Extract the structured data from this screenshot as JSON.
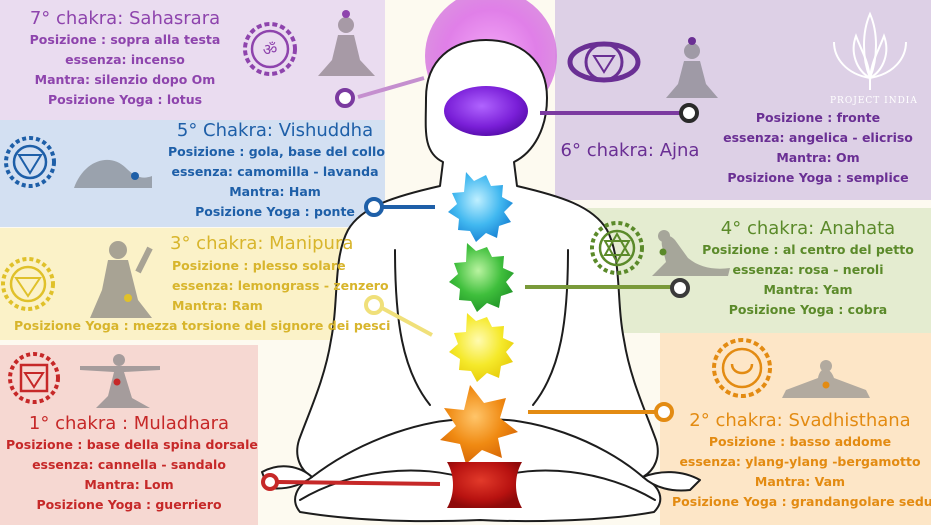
{
  "brand": {
    "name": "PROJECT INDIA"
  },
  "colors": {
    "background": "#fdfaf0",
    "crown": "#8e44ad",
    "third_eye": "#7b3aa0",
    "throat": "#1e5fa8",
    "heart": "#5b8a2a",
    "solar": "#d8b52c",
    "sacral": "#e38b12",
    "root": "#c62828"
  },
  "chakras": [
    {
      "id": "sahasrara",
      "title": "7° chakra: Sahasrara",
      "rows": [
        "Posizione : sopra alla testa",
        "essenza: incenso",
        "Mantra: silenzio dopo Om",
        "Posizione Yoga : lotus"
      ],
      "icon": "crown-chakra-icon",
      "pose": "lotus-pose-icon"
    },
    {
      "id": "ajna",
      "title": "6° chakra: Ajna",
      "rows": [
        "Posizione : fronte",
        "essenza: angelica - elicriso",
        "Mantra: Om",
        "Posizione Yoga : semplice"
      ],
      "icon": "third-eye-chakra-icon",
      "pose": "easy-pose-icon"
    },
    {
      "id": "vishuddha",
      "title": "5° Chakra: Vishuddha",
      "rows": [
        "Posizione : gola, base del collo",
        "essenza: camomilla - lavanda",
        "Mantra: Ham",
        "Posizione Yoga : ponte"
      ],
      "icon": "throat-chakra-icon",
      "pose": "bridge-pose-icon"
    },
    {
      "id": "anahata",
      "title": "4° chakra: Anahata",
      "rows": [
        "Posizione : al centro del petto",
        "essenza: rosa - neroli",
        "Mantra: Yam",
        "Posizione Yoga : cobra"
      ],
      "icon": "heart-chakra-icon",
      "pose": "cobra-pose-icon"
    },
    {
      "id": "manipura",
      "title": "3° chakra: Manipura",
      "rows": [
        "Posizione : plesso solare",
        "essenza: lemongrass - zenzero",
        "Mantra: Ram",
        "Posizione Yoga : mezza torsione del signore dei pesci"
      ],
      "icon": "solar-plexus-chakra-icon",
      "pose": "half-fish-twist-pose-icon"
    },
    {
      "id": "svadhisthana",
      "title": "2° chakra: Svadhisthana",
      "rows": [
        "Posizione : basso addome",
        "essenza: ylang-ylang -bergamotto",
        "Mantra: Vam",
        "Posizione Yoga : grandangolare seduti"
      ],
      "icon": "sacral-chakra-icon",
      "pose": "seated-wide-angle-pose-icon"
    },
    {
      "id": "muladhara",
      "title": "1° chakra : Muladhara",
      "rows": [
        "Posizione : base della spina dorsale",
        "essenza: cannella - sandalo",
        "Mantra: Lom",
        "Posizione Yoga : guerriero"
      ],
      "icon": "root-chakra-icon",
      "pose": "warrior-pose-icon"
    }
  ]
}
